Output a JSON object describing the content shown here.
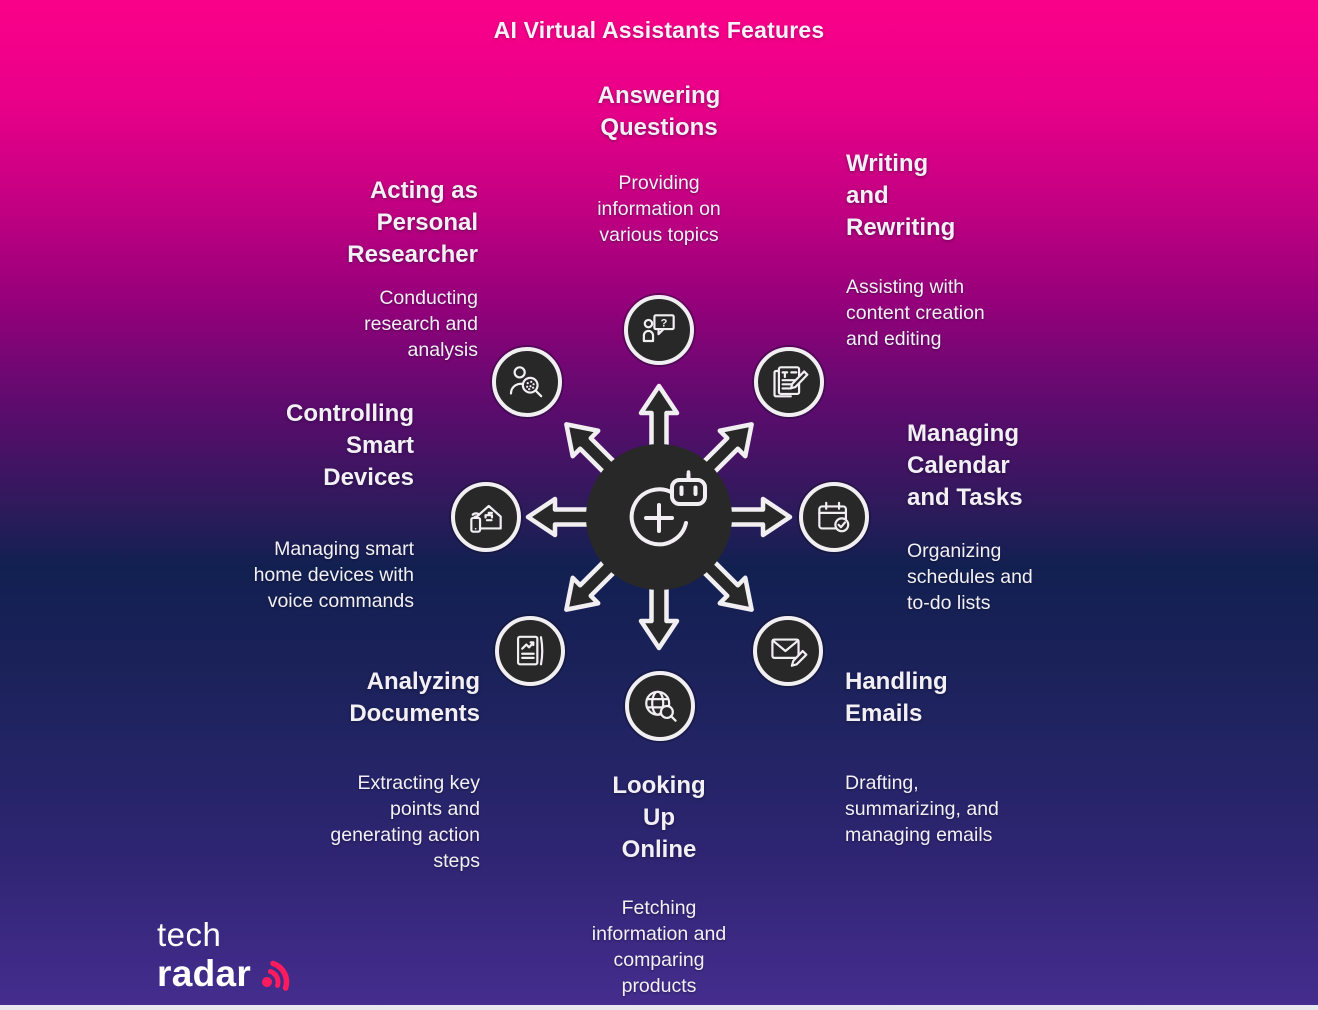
{
  "page": {
    "title": "AI Virtual Assistants Features"
  },
  "colors": {
    "gradient_top": "#fb0189",
    "gradient_middle": "#122051",
    "gradient_bottom": "#452d8f",
    "node_background": "#282828",
    "node_ring": "#f2eff3",
    "text": "#f3f0f5",
    "logo_accent": "#ff1b5d"
  },
  "center_hub": {
    "icon": "ai-assistant-robot-icon",
    "arrow_count": 8
  },
  "features": [
    {
      "id": "answering-questions",
      "icon": "person-question-bubble-icon",
      "title": "Answering\nQuestions",
      "description": "Providing\ninformation on\nvarious topics"
    },
    {
      "id": "writing-and-rewriting",
      "icon": "document-pencil-icon",
      "title": "Writing\nand\nRewriting",
      "description": "Assisting with\ncontent creation\nand editing"
    },
    {
      "id": "managing-calendar-and-tasks",
      "icon": "calendar-check-icon",
      "title": "Managing\nCalendar\nand Tasks",
      "description": "Organizing\nschedules and\nto-do lists"
    },
    {
      "id": "handling-emails",
      "icon": "envelope-pencil-icon",
      "title": "Handling\nEmails",
      "description": "Drafting,\nsummarizing, and\nmanaging emails"
    },
    {
      "id": "looking-up-online",
      "icon": "globe-magnifier-icon",
      "title": "Looking\nUp\nOnline",
      "description": "Fetching\ninformation and\ncomparing\nproducts"
    },
    {
      "id": "analyzing-documents",
      "icon": "document-chart-icon",
      "title": "Analyzing\nDocuments",
      "description": "Extracting key\npoints and\ngenerating action\nsteps"
    },
    {
      "id": "controlling-smart-devices",
      "icon": "smart-home-phone-icon",
      "title": "Controlling\nSmart\nDevices",
      "description": "Managing smart\nhome devices with\nvoice commands"
    },
    {
      "id": "acting-as-personal-researcher",
      "icon": "person-magnifier-icon",
      "title": "Acting as\nPersonal\nResearcher",
      "description": "Conducting\nresearch and\nanalysis"
    }
  ],
  "branding": {
    "logo_line1": "tech",
    "logo_line2": "radar"
  }
}
